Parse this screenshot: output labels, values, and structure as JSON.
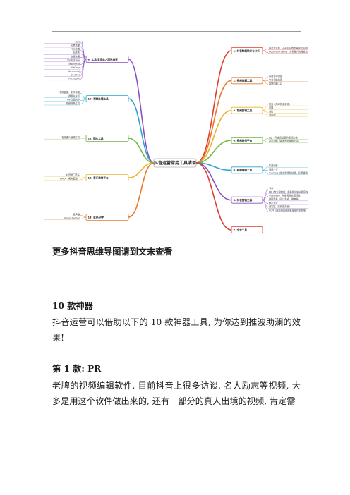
{
  "mindmap": {
    "center": "抖音运营常用工具清单",
    "right_branches": [
      {
        "label": "1. 抖音数据统计与分析",
        "color": "#e23b2e",
        "leaves": [
          "抖音企业版（开通后可查看直接的粉丝信息数据）",
          "DouPlusGrowing（分析账户的投放效果）"
        ]
      },
      {
        "label": "2. 视频拍摄工具",
        "color": "#e8792a",
        "leaves": [
          "抖音自带拍摄",
          "专业相机拍摄",
          "其他拍摄工具"
        ]
      },
      {
        "label": "3. 视频剪辑工具",
        "color": "#e8b52a",
        "leaves": [
          "快剪（简单视频剪辑）",
          "剪映",
          "巧影",
          "爱剪辑"
        ]
      },
      {
        "label": "4. 视频素材平台",
        "color": "#6fb43f",
        "leaves": [
          "B站（可查阅最新的视频素材）",
          "西瓜视频（各类型的视频片段）"
        ]
      },
      {
        "label": "5. 视频编辑工具",
        "color": "#2aa5c9",
        "leaves": [
          "抖音配音",
          "剪辑一手",
          "VueVlog（能实现视频拍摄、后期编辑）"
        ]
      },
      {
        "label": "6. 抖音营销工具",
        "color": "#8b4fc4",
        "leaves": [
          "飞瓜",
          "PR（专业级软件，能剪辑并输出精良作品）",
          "Videoleap（剪辑视频实现特效）",
          "美图秀秀（可以生成、做海报）",
          "稿定设计",
          "创客贴（在线做封面）",
          "VCM（能将抖音视频批量保存到本地）"
        ]
      },
      {
        "label": "7. 文本工具",
        "color": "#e23b2e",
        "leaves": []
      }
    ],
    "left_branches": [
      {
        "label": "8. 工具/变现收入团队推荐",
        "color": "#8b4fc4",
        "leaves": [
          "蝉妈妈",
          "新抖",
          "卡思数据",
          "飞瓜数据",
          "抖查查",
          "灰豚数据",
          "TooBigData",
          "Moonshot",
          "WeData",
          "Kansnmiaj",
          "DouPlus",
          "PitchDeck"
        ]
      },
      {
        "label": "10. 视频处理工具",
        "color": "#2aa5c9",
        "leaves": [
          "视频截图、制作动图",
          "视频去水印",
          "GIF动图制作",
          "视频转换工具"
        ]
      },
      {
        "label": "11. 图片工具",
        "color": "#6fb43f",
        "leaves": [
          "在线图片编辑工具"
        ]
      },
      {
        "label": "12. 音乐素材平台",
        "color": "#e8b52a",
        "leaves": [
          "抖音热门音乐",
          "MAKA（各种模板）"
        ]
      },
      {
        "label": "13. 变声APP",
        "color": "#e8792a",
        "leaves": [
          "变声器",
          "VoiceChanger"
        ]
      }
    ]
  },
  "article": {
    "more_link": "更多抖音思维导图请到文末查看",
    "section_title": "10 款神器",
    "intro": "抖音运营可以借助以下的 10 款神器工具, 为你达到推波助澜的效果!",
    "item1_title": "第 1 款: PR",
    "item1_body": "老牌的视频编辑软件, 目前抖音上很多访谈, 名人励志等视频, 大多是用这个软件做出来的, 还有一部分的真人出境的视频, 肯定需"
  }
}
